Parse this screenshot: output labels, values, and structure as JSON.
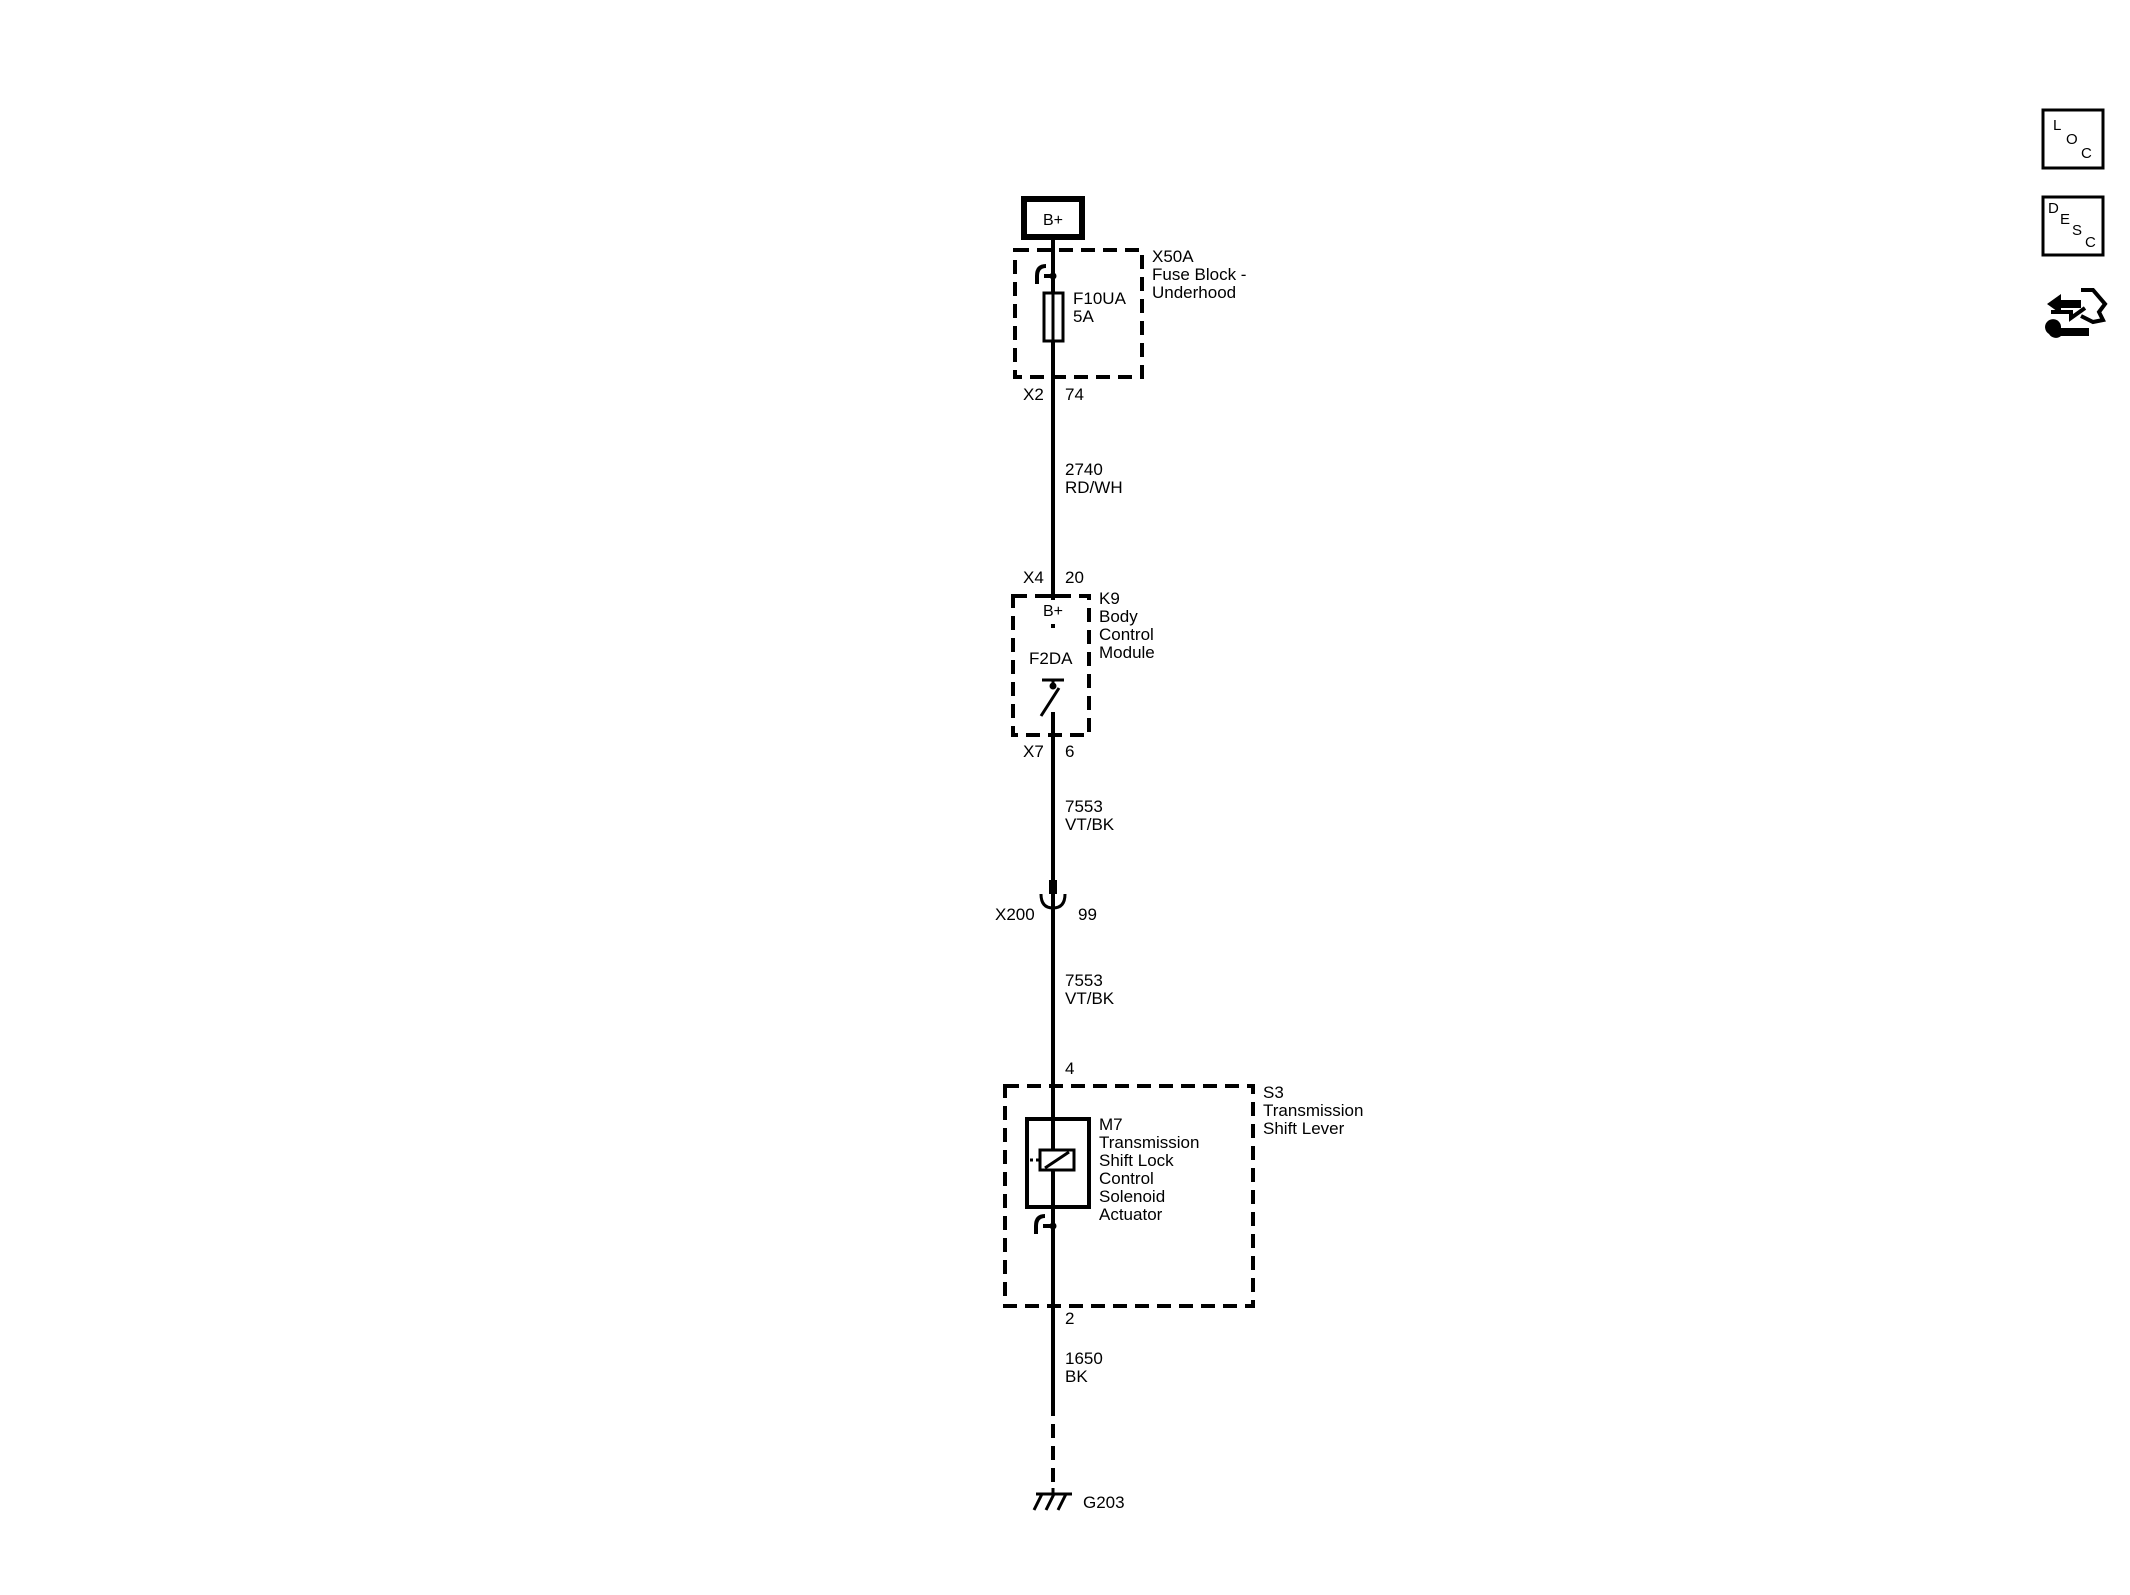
{
  "power_source": {
    "label": "B+"
  },
  "fuse_block": {
    "id": "X50A",
    "name_line1": "Fuse Block -",
    "name_line2": "Underhood",
    "fuse_id": "F10UA",
    "fuse_rating": "5A",
    "out_connector": "X2",
    "out_pin": "74"
  },
  "wire_1": {
    "circuit": "2740",
    "color": "RD/WH"
  },
  "bcm": {
    "in_connector": "X4",
    "in_pin": "20",
    "id": "K9",
    "name_line1": "Body",
    "name_line2": "Control",
    "name_line3": "Module",
    "supply_label": "B+",
    "switch_id": "F2DA",
    "out_connector": "X7",
    "out_pin": "6"
  },
  "wire_2": {
    "circuit": "7553",
    "color": "VT/BK"
  },
  "inline_connector": {
    "id": "X200",
    "pin": "99"
  },
  "wire_3": {
    "circuit": "7553",
    "color": "VT/BK"
  },
  "shift_lever": {
    "in_pin": "4",
    "id": "S3",
    "name_line1": "Transmission",
    "name_line2": "Shift Lever",
    "solenoid_id": "M7",
    "solenoid_line1": "Transmission",
    "solenoid_line2": "Shift Lock",
    "solenoid_line3": "Control",
    "solenoid_line4": "Solenoid",
    "solenoid_line5": "Actuator",
    "out_pin": "2"
  },
  "wire_4": {
    "circuit": "1650",
    "color": "BK"
  },
  "ground": {
    "id": "G203"
  },
  "side_buttons": {
    "loc": [
      "L",
      "O",
      "C"
    ],
    "desc": [
      "D",
      "E",
      "S",
      "C"
    ],
    "connector_icon": "connector-repair-icon"
  }
}
